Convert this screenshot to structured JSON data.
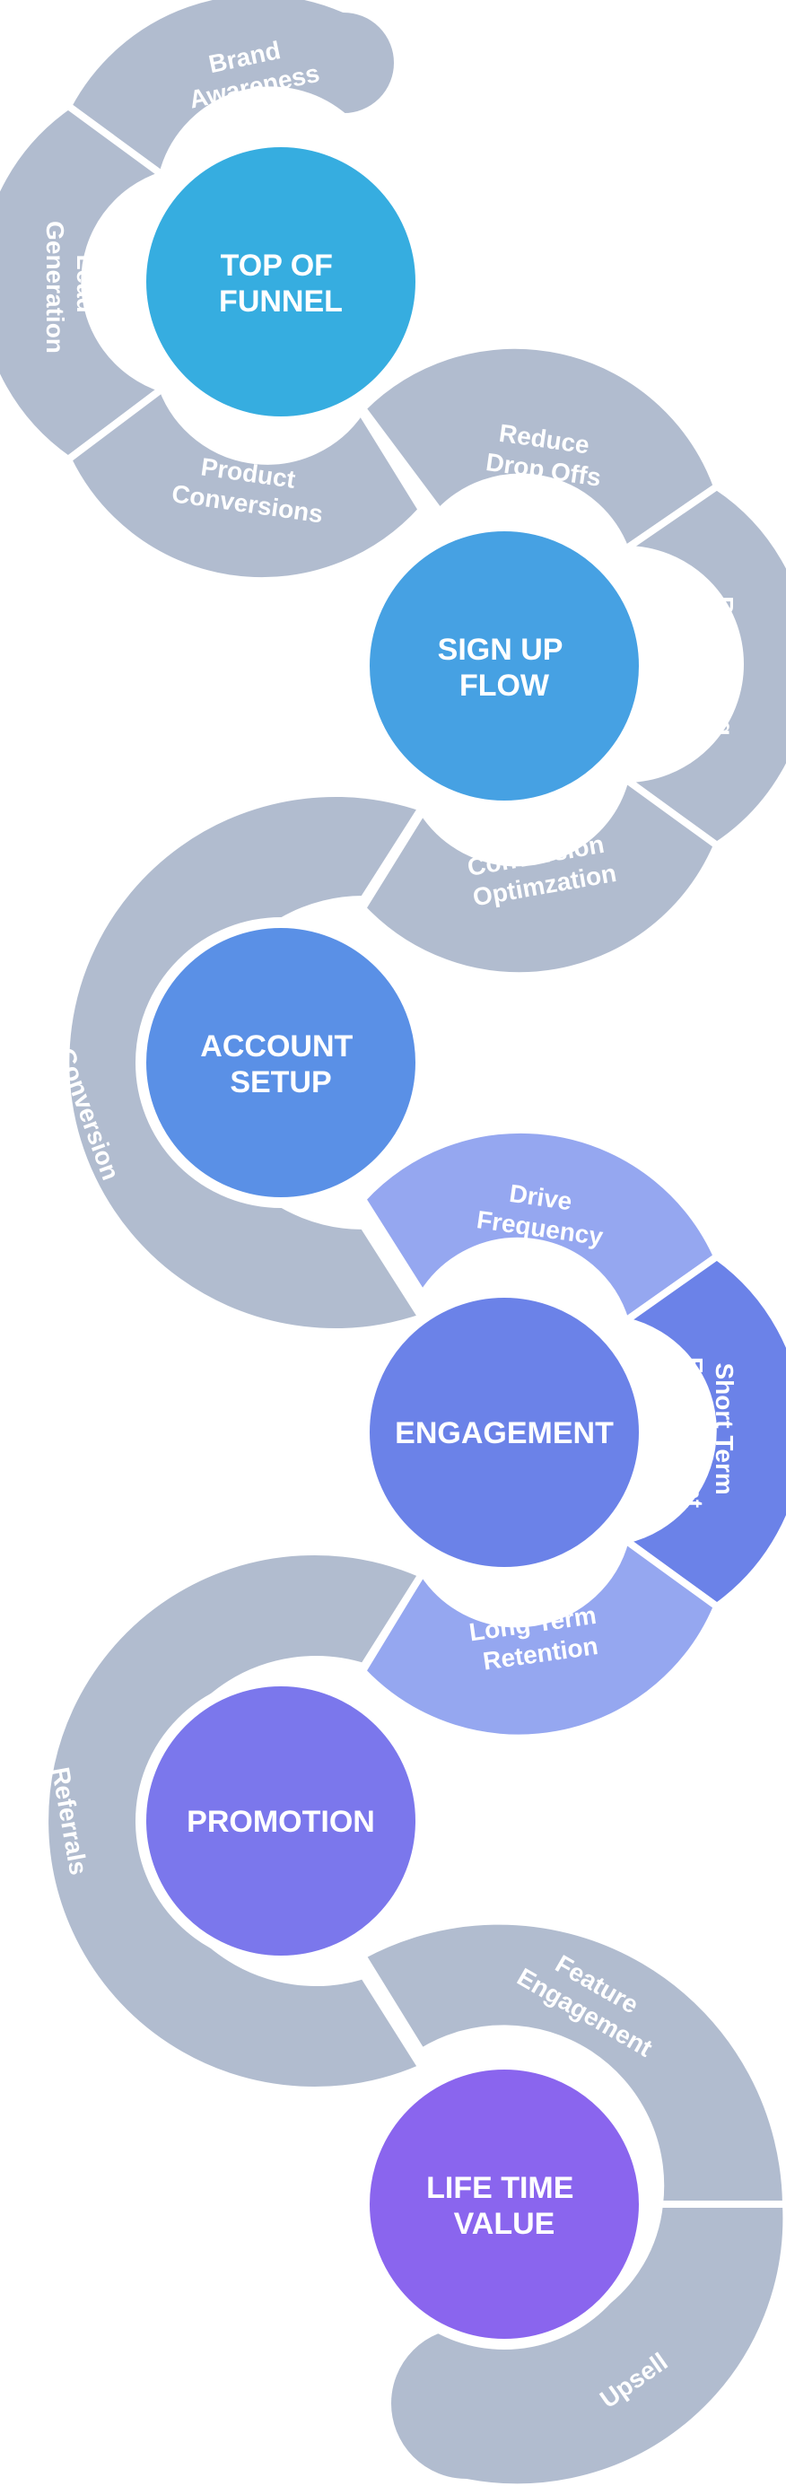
{
  "stages": [
    {
      "title_lines": [
        "TOP OF",
        "FUNNEL"
      ],
      "color": "#36ade0",
      "segments": [
        {
          "lines": [
            "Brand",
            "Awareness"
          ],
          "color": "#b1bccf"
        },
        {
          "lines": [
            "Lead",
            "Generation"
          ],
          "color": "#b1bccf"
        },
        {
          "lines": [
            "Product",
            "Conversions"
          ],
          "color": "#b1bccf"
        }
      ]
    },
    {
      "title_lines": [
        "SIGN UP",
        "FLOW"
      ],
      "color": "#46a1e3",
      "segments": [
        {
          "lines": [
            "Reduce",
            "Drop Offs"
          ],
          "color": "#b1bccf"
        },
        {
          "lines": [
            "Retargeting"
          ],
          "color": "#b1bccf"
        },
        {
          "lines": [
            "Conversion",
            "Optimzation"
          ],
          "color": "#b1bccf"
        }
      ]
    },
    {
      "title_lines": [
        "ACCOUNT",
        "SETUP"
      ],
      "color": "#5a90e6",
      "segments": [
        {
          "lines": [
            "Increase Conversion"
          ],
          "color": "#b1bccf"
        }
      ]
    },
    {
      "title_lines": [
        "ENGAGEMENT"
      ],
      "color": "#6b82e8",
      "segments": [
        {
          "lines": [
            "Drive",
            "Frequency"
          ],
          "color": "#95a7f0"
        },
        {
          "lines": [
            "Short Term",
            "Engagement"
          ],
          "color": "#6b82e8"
        },
        {
          "lines": [
            "Long Term",
            "Retention"
          ],
          "color": "#95a7f0"
        }
      ]
    },
    {
      "title_lines": [
        "PROMOTION"
      ],
      "color": "#7b77ec",
      "segments": [
        {
          "lines": [
            "Referrals"
          ],
          "color": "#b1bccf"
        }
      ]
    },
    {
      "title_lines": [
        "LIFE TIME",
        "VALUE"
      ],
      "color": "#8a65ee",
      "segments": [
        {
          "lines": [
            "Feature",
            "Engagement"
          ],
          "color": "#b1bccf"
        },
        {
          "lines": [
            "Upsell"
          ],
          "color": "#b1bccf"
        }
      ]
    }
  ]
}
